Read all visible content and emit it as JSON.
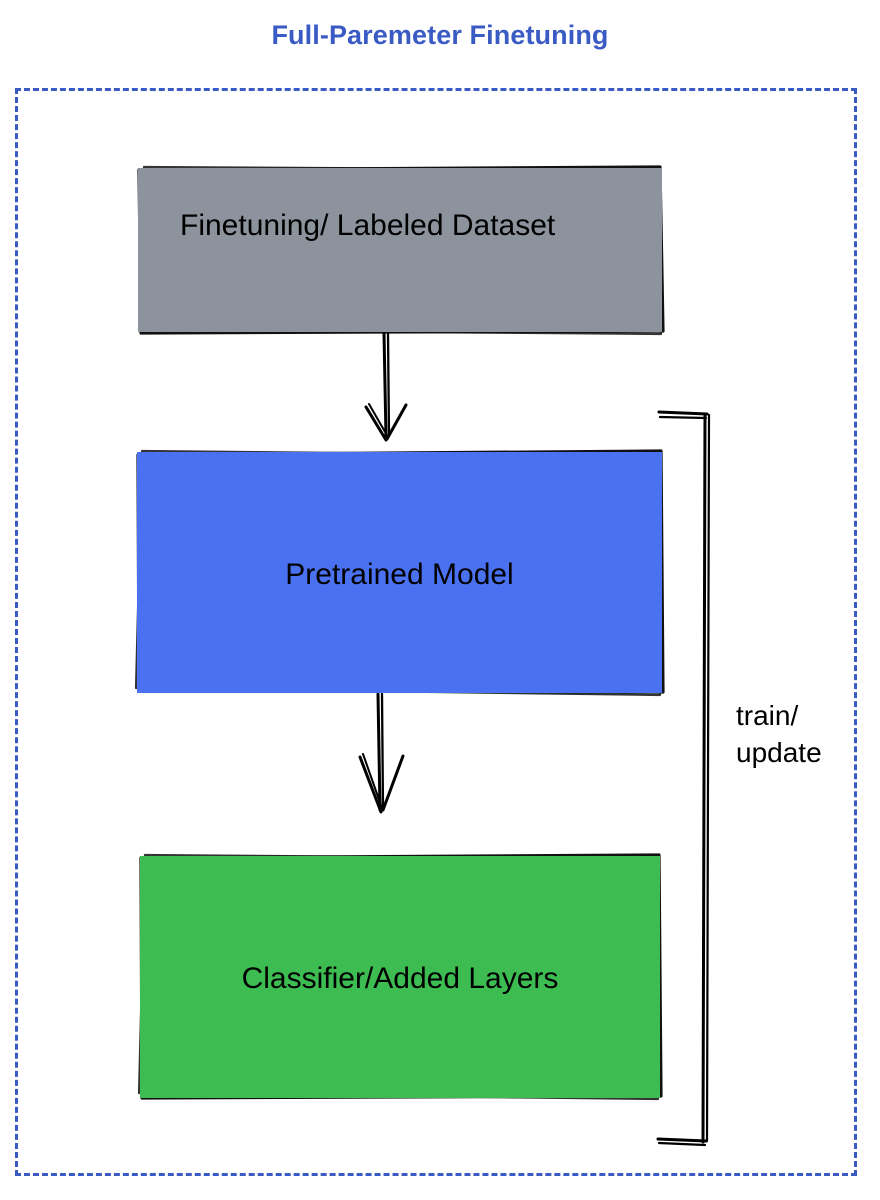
{
  "title": "Full-Paremeter Finetuning",
  "colors": {
    "title_text": "#3b5bc4",
    "container_border": "#3b5bc4",
    "dataset_fill": "#8c939c",
    "model_fill": "#4a71f0",
    "classifier_fill": "#3dbc52",
    "stroke": "#000000",
    "background": "#ffffff"
  },
  "nodes": [
    {
      "id": "dataset",
      "label": "Finetuning/ Labeled Dataset"
    },
    {
      "id": "model",
      "label": "Pretrained Model"
    },
    {
      "id": "classifier",
      "label": "Classifier/Added Layers"
    }
  ],
  "edges": [
    {
      "id": "dataset-to-model",
      "from": "dataset",
      "to": "model",
      "label": ""
    },
    {
      "id": "model-to-classifier",
      "from": "model",
      "to": "classifier",
      "label": ""
    },
    {
      "id": "feedback",
      "from": "classifier",
      "to": "model",
      "label": "train/\nupdate"
    }
  ],
  "container": {
    "style": "dashed",
    "label": ""
  }
}
